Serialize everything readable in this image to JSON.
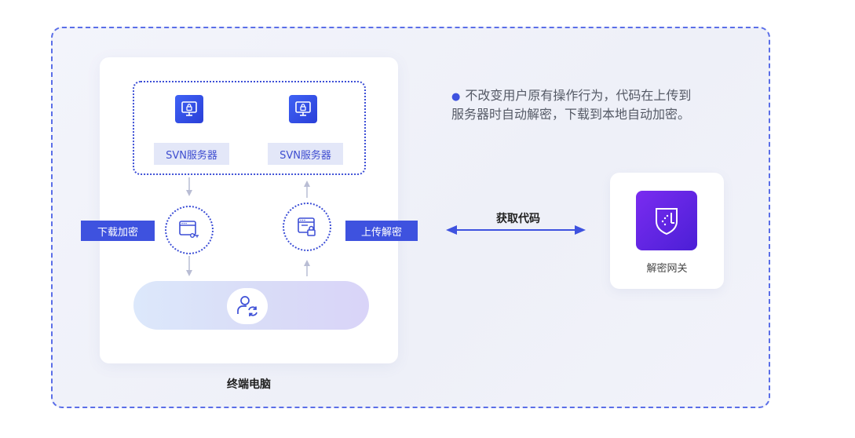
{
  "servers": [
    {
      "label": "SVN服务器",
      "icon": "lock-monitor-icon"
    },
    {
      "label": "SVN服务器",
      "icon": "lock-monitor-icon"
    }
  ],
  "tags": {
    "download": "下载加密",
    "upload": "上传解密"
  },
  "terminal": {
    "label": "终端电脑",
    "user_icon": "user-sync-icon"
  },
  "note": {
    "line1": "不改变用户原有操作行为，代码在上传到",
    "line2": "服务器时自动解密，下载到本地自动加密。"
  },
  "arrow": {
    "label": "获取代码"
  },
  "gateway": {
    "label": "解密网关",
    "icon": "shield-icon"
  },
  "colors": {
    "accent": "#3e52df",
    "gateway": "#5a22e0",
    "border": "#5a6ee8"
  }
}
